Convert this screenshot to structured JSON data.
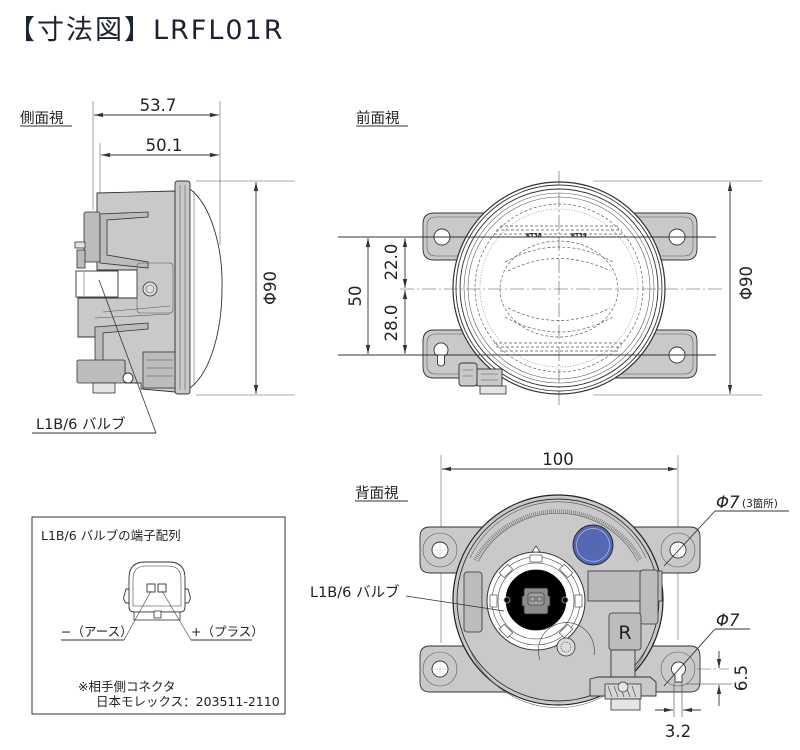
{
  "title": "【寸法図】LRFL01R",
  "side_view": {
    "label": "側面視",
    "dim_overall_length": "53.7",
    "dim_body_length": "50.1",
    "dim_diameter": "Φ90",
    "bulb_callout": "L1B/6 バルブ"
  },
  "front_view": {
    "label": "前面視",
    "dim_mount_pitch": "50",
    "dim_upper": "22.0",
    "dim_lower": "28.0",
    "dim_diameter": "Φ90",
    "lens_marks": [
      "KT38",
      "KT39"
    ]
  },
  "back_view": {
    "label": "背面視",
    "dim_width": "100",
    "hole_dia": "Φ7",
    "hole_count_note": "(3箇所)",
    "slot_dia": "Φ7",
    "slot_length": "6.5",
    "slot_width": "3.2",
    "bulb_callout": "L1B/6 バルブ",
    "side_mark": "R",
    "adjuster_color": "#5568b3"
  },
  "pinout": {
    "title": "L1B/6 バルブの端子配列",
    "minus_label": "−（アース）",
    "plus_label": "+（プラス）",
    "note_line1": "※相手側コネクタ",
    "note_line2": "日本モレックス：203511-2110"
  },
  "colors": {
    "line": "#333333",
    "body_fill": "#c9c9c9",
    "adjuster_blue": "#5568b3"
  }
}
